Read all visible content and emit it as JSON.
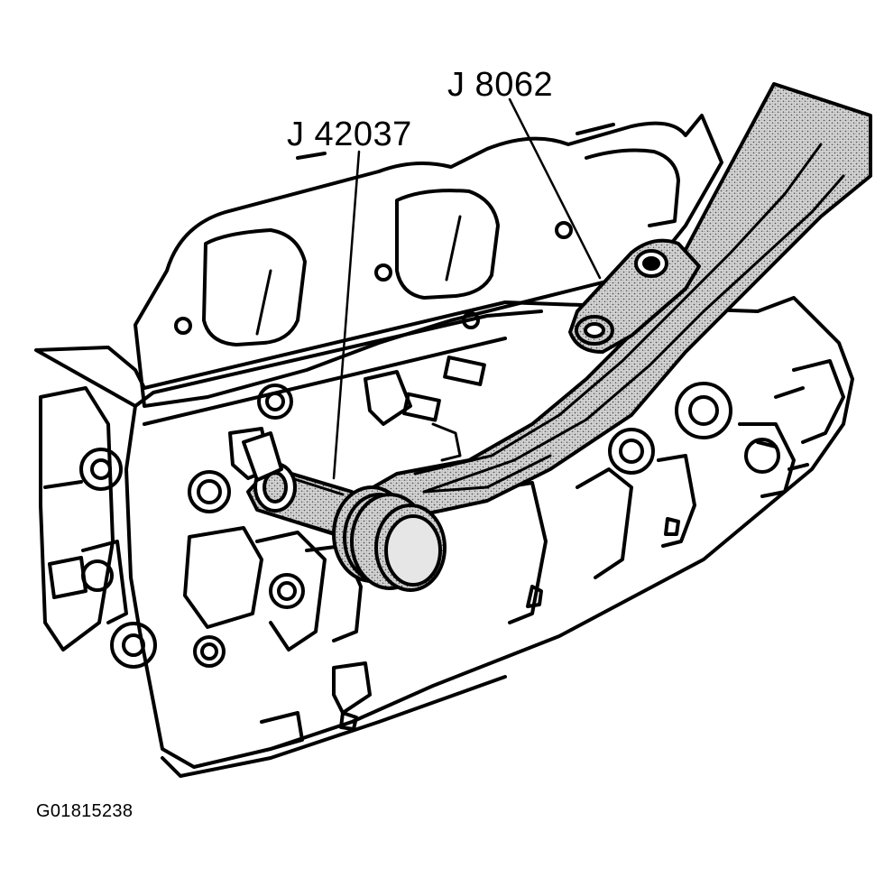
{
  "callouts": {
    "tool_1": "J 8062",
    "tool_2": "J 42037"
  },
  "figure_id": "G01815238",
  "colors": {
    "ink": "#000000",
    "paper": "#ffffff",
    "stipple": "#9a9a9a"
  }
}
